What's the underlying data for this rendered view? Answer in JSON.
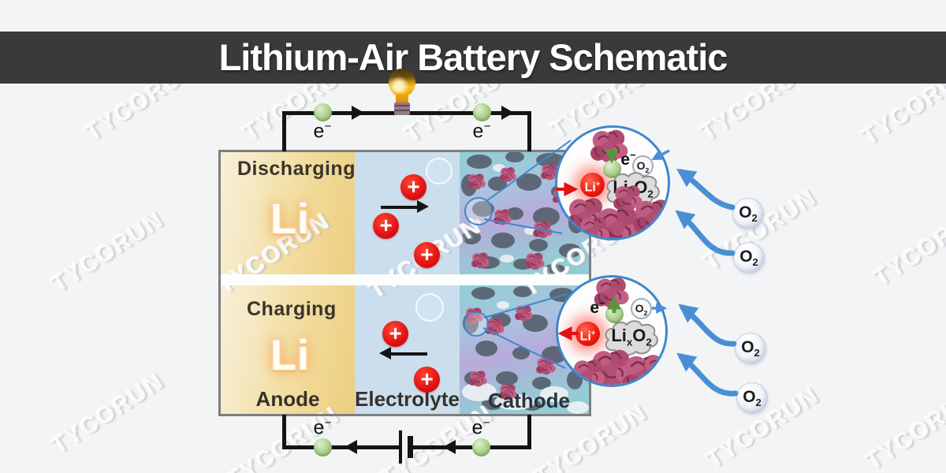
{
  "header": {
    "title": "Lithium-Air Battery Schematic"
  },
  "watermark": {
    "text": "TYCORUN"
  },
  "battery": {
    "discharging_label": "Discharging",
    "charging_label": "Charging",
    "metal": "Li",
    "anode_label": "Anode",
    "electrolyte_label": "Electrolyte",
    "cathode_label": "Cathode",
    "ion_plus": "+"
  },
  "species": {
    "electron": {
      "base": "e",
      "sup": "−"
    },
    "oxygen": {
      "base": "O",
      "sub": "2"
    },
    "lithium_ion": {
      "base": "Li",
      "sup": "+"
    },
    "lithium_oxide": {
      "part1": "Li",
      "sub1": "x",
      "part2": "O",
      "sub2": "2"
    }
  },
  "colors": {
    "header_bg": "#3a3a3c",
    "background": "#f3f4f5",
    "anode_gold": "#ecce7e",
    "electrolyte_blue": "#cbdeee",
    "ion_red": "#e01212",
    "electron_green": "#8fbe6b",
    "arrow_blue": "#4a8fd4",
    "magnifier_border": "#3f87cc",
    "wire_black": "#141414"
  }
}
